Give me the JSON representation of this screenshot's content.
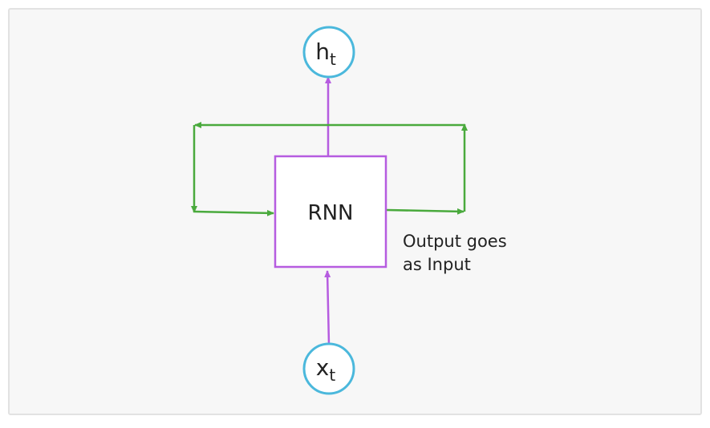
{
  "diagram": {
    "output_node": {
      "label": "h",
      "subscript": "t"
    },
    "input_node": {
      "label": "x",
      "subscript": "t"
    },
    "rnn_box": {
      "label": "RNN"
    },
    "annotation": {
      "line1": "Output goes",
      "line2": "as Input"
    },
    "colors": {
      "background": "#f7f7f7",
      "frame": "#e2e2e2",
      "node_stroke": "#4bb8dc",
      "box_stroke": "#b65ce0",
      "main_arrow": "#b65ce0",
      "loop_arrow": "#4aaa3d",
      "text": "#222222"
    }
  }
}
